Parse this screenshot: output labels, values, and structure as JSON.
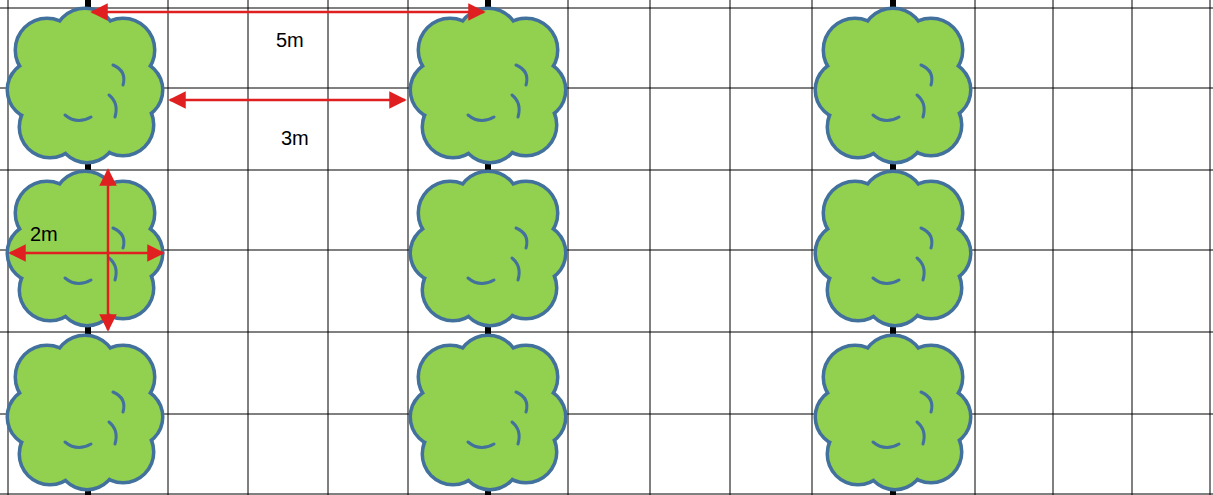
{
  "diagram": {
    "labels": [
      "5m",
      "3m",
      "2m"
    ]
  }
}
